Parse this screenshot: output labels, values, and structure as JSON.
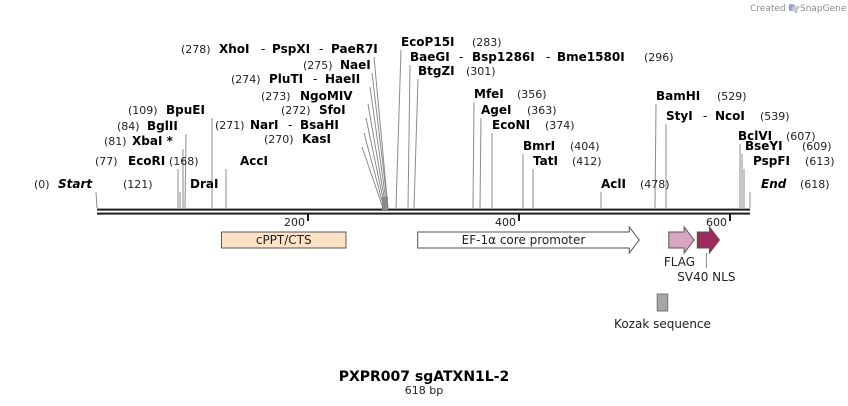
{
  "credit": {
    "prefix": "Created by",
    "brand": "SnapGene"
  },
  "title": "PXPR007 sgATXN1L-2",
  "length_label": "618 bp",
  "sequence_length": 618,
  "ticks": [
    "200",
    "400",
    "600"
  ],
  "sites": [
    {
      "n": "Start",
      "p": "(0)",
      "s": "i"
    },
    {
      "n": "EcoRI",
      "p": "(77)"
    },
    {
      "n": "XbaI *",
      "p": "(81)"
    },
    {
      "n": "BglII",
      "p": "(84)"
    },
    {
      "n": "BpuEI",
      "p": "(109)"
    },
    {
      "n": "DraI",
      "p": "(121)"
    },
    {
      "n": "AccI",
      "p": "(168)"
    },
    {
      "n": "KasI",
      "p": "(270)"
    },
    {
      "n": "NarI",
      "p": "(271)"
    },
    {
      "n": "BsaHI",
      "p": ""
    },
    {
      "n": "SfoI",
      "p": "(272)"
    },
    {
      "n": "NgoMIV",
      "p": "(273)"
    },
    {
      "n": "PluTI",
      "p": "(274)"
    },
    {
      "n": "HaeII",
      "p": ""
    },
    {
      "n": "NaeI",
      "p": "(275)"
    },
    {
      "n": "XhoI",
      "p": "(278)"
    },
    {
      "n": "PspXI",
      "p": ""
    },
    {
      "n": "PaeR7I",
      "p": ""
    },
    {
      "n": "EcoP15I",
      "p": "(283)"
    },
    {
      "n": "BaeGI",
      "p": ""
    },
    {
      "n": "Bsp1286I",
      "p": ""
    },
    {
      "n": "Bme1580I",
      "p": "(296)"
    },
    {
      "n": "BtgZI",
      "p": "(301)"
    },
    {
      "n": "MfeI",
      "p": "(356)"
    },
    {
      "n": "AgeI",
      "p": "(363)"
    },
    {
      "n": "EcoNI",
      "p": "(374)"
    },
    {
      "n": "BmrI",
      "p": "(404)"
    },
    {
      "n": "TatI",
      "p": "(412)"
    },
    {
      "n": "AclI",
      "p": "(478)"
    },
    {
      "n": "BamHI",
      "p": "(529)"
    },
    {
      "n": "StyI",
      "p": ""
    },
    {
      "n": "NcoI",
      "p": "(539)"
    },
    {
      "n": "BclVI",
      "p": "(607)"
    },
    {
      "n": "BseYI",
      "p": "(609)"
    },
    {
      "n": "PspFI",
      "p": "(613)"
    },
    {
      "n": "End",
      "p": "(618)",
      "s": "i"
    }
  ],
  "features": [
    {
      "name": "cPPT/CTS",
      "start": 118,
      "end": 236,
      "kind": "box",
      "color": "#fde3c6"
    },
    {
      "name": "EF-1α core promoter",
      "start": 304,
      "end": 514,
      "kind": "arrow",
      "color": "#ffffff"
    },
    {
      "name": "FLAG",
      "start": 542,
      "end": 566,
      "kind": "arrow",
      "color": "#d9a4bf"
    },
    {
      "name": "SV40 NLS",
      "start": 569,
      "end": 590,
      "kind": "arrow",
      "color": "#9c2a5e"
    },
    {
      "name": "Kozak sequence",
      "start": 531,
      "end": 541,
      "kind": "box",
      "color": "#a6a6a6"
    }
  ]
}
